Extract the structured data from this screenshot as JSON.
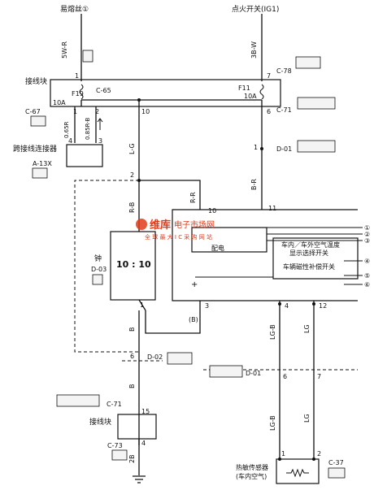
{
  "top": {
    "fuse_left_label": "易熔丝①",
    "fuse_right_label": "点火开关(IG1)"
  },
  "left": {
    "wire_5wr": "5W-R",
    "c65": "C-65",
    "junction_block_1": "接线块",
    "pin_1": "1",
    "fuse_f19_rating": "10A",
    "fuse_f19": "F19",
    "c67": "C-67",
    "pin_1b": "1",
    "pin_2": "2",
    "pin_10": "10",
    "wire_065r": "0.65R",
    "wire_085rb": "0.85R-B",
    "jumper_connector": "跨接线连接器",
    "pin_4": "4",
    "pin_3": "3",
    "a13x": "A-13X",
    "wire_lg": "L-G",
    "pin_2b": "2",
    "wire_rb": "R-B",
    "clock_label": "钟",
    "d03": "D-03",
    "clock_display": "10 : 10",
    "pin_1c": "1",
    "wire_b1": "B",
    "pin_6": "6",
    "d02": "D-02",
    "wire_b2": "B",
    "c71_left": "C-71",
    "pin_15": "15",
    "junction_block_2": "接线块",
    "c73": "C-73",
    "pin_4b": "4",
    "wire_2b": "2B"
  },
  "right": {
    "wire_3bw": "3B-W",
    "pin_7": "7",
    "c78": "C-78",
    "fuse_f11": "F11",
    "fuse_f11_rating": "10A",
    "pin_6": "6",
    "c71": "C-71",
    "pin_1": "1",
    "d01": "D-01",
    "wire_br": "B-R",
    "wire_rr": "R-R",
    "pin_10": "10",
    "pin_11": "11",
    "power_dist": "配电",
    "switch_temp_1": "车内／车外空气温度",
    "switch_temp_2": "显示选择开关",
    "switch_comp": "车辆磁性补偿开关",
    "out_1": "①",
    "out_2": "②",
    "out_3": "③",
    "out_4": "④",
    "out_5": "⑤",
    "out_6": "⑥",
    "pin_3": "3",
    "wire_b_paren": "(B)",
    "pin_4": "4",
    "pin_12": "12",
    "wire_lgb": "LG-B",
    "wire_lg": "LG",
    "d01_lower": "D-01",
    "pin_6b": "6",
    "pin_7b": "7",
    "wire_lgb2": "LG-B",
    "wire_lg2": "LG",
    "pin_1b": "1",
    "pin_2b": "2",
    "sensor_1": "热敏传感器",
    "sensor_2": "(车内空气)",
    "c37": "C-37"
  },
  "watermark": {
    "brand": "维库",
    "brand_sub": "电子市场网",
    "slogan": "全 球 最 大 I C 采 购 网 站"
  }
}
